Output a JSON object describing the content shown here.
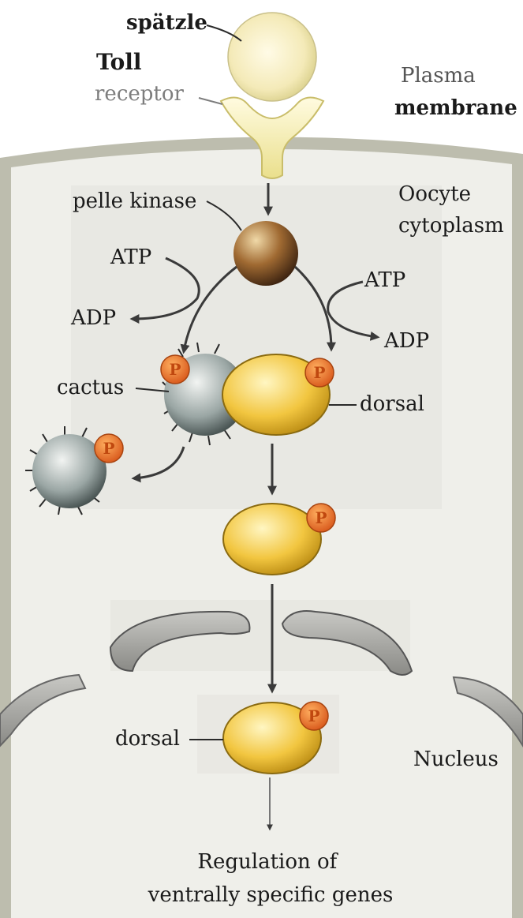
{
  "labels": {
    "spatzle": "spätzle",
    "toll": "Toll",
    "receptor": "receptor",
    "plasma_membrane": [
      "Plasma",
      "membrane"
    ],
    "pelle_kinase": "pelle kinase",
    "oocyte_cytoplasm": [
      "Oocyte",
      "cytoplasm"
    ],
    "atp_left": "ATP",
    "adp_left": "ADP",
    "atp_right": "ATP",
    "adp_right": "ADP",
    "cactus": "cactus",
    "dorsal_complex": "dorsal",
    "dorsal_nucleus": "dorsal",
    "nucleus": "Nucleus",
    "regulation": [
      "Regulation of",
      "ventrally specific genes"
    ]
  },
  "phospho_mark": "P",
  "colors": {
    "membrane": "#bfbfb0",
    "cytoplasm": "#eeeeea",
    "receptor": "#f3eba6",
    "spatzle": "#f7f2cc",
    "pelle": "#8a5a2a",
    "cactus": "#8e9a98",
    "dorsal": "#f0c23a",
    "phosphate": "#e8742a",
    "nuclear_envelope": "#9a9a96"
  }
}
